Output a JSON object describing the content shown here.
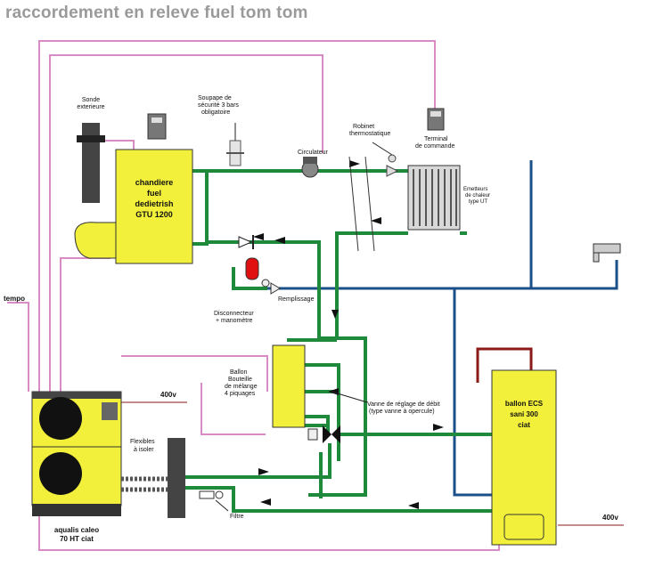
{
  "title": "raccordement en releve fuel tom tom",
  "boiler": {
    "line1": "chandiere",
    "line2": "fuel",
    "line3": "dedietrish",
    "line4": "GTU 1200"
  },
  "sonde": {
    "line1": "Sonde",
    "line2": "exterieure"
  },
  "soupape": {
    "line1": "Soupape de",
    "line2": "sécurité 3 bars",
    "line3": "obligatoire"
  },
  "circulateur": "Circulateur",
  "robinet": {
    "line1": "Robinet",
    "line2": "thermostatique"
  },
  "terminal": {
    "line1": "Terminal",
    "line2": "de commande"
  },
  "emetteurs": {
    "line1": "Emetteurs",
    "line2": "de chaleur",
    "line3": "type UT"
  },
  "remplissage": "Remplissage",
  "disconnecteur": {
    "line1": "Disconnecteur",
    "line2": "+ manomètre"
  },
  "ballon_bouteille": {
    "line1": "Ballon",
    "line2": "Bouteille",
    "line3": "de mélange",
    "line4": "4 piquages"
  },
  "vanne": {
    "line1": "Vanne de réglage de débit",
    "line2": "(type vanne à opercule)"
  },
  "tempo": "tempo",
  "power_top": "400v",
  "power_bottom": "400v",
  "flexibles": {
    "line1": "Flexibles",
    "line2": "à isoler"
  },
  "filtre": "Filtre",
  "heat_pump": {
    "line1": "aqualis caleo",
    "line2": "70 HT ciat"
  },
  "ballon_ecs": {
    "line1": "ballon ECS",
    "line2": "sani 300",
    "line3": "ciat"
  },
  "colors": {
    "pipe_green": "#1f8a3c",
    "pipe_blue": "#1b4f8a",
    "wire_pink": "#d98cc4",
    "pipe_red": "#8b1a1a",
    "equipment_yellow": "#f2f03a"
  }
}
